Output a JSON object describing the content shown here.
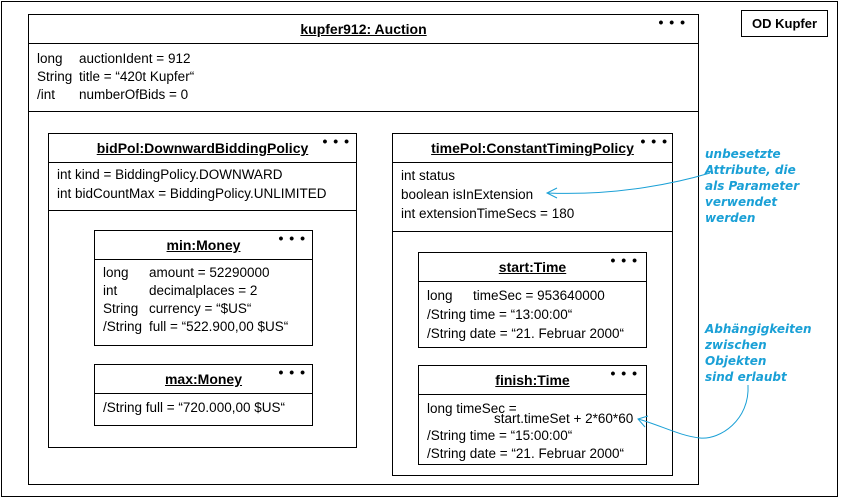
{
  "diagram_tag": "OD Kupfer",
  "auction": {
    "title": "kupfer912: Auction",
    "dots": "• • •",
    "attrs": [
      {
        "type": "long",
        "text": "auctionIdent = 912"
      },
      {
        "type": "String",
        "text": "title = “420t Kupfer“"
      },
      {
        "type": "/int",
        "text": "numberOfBids = 0"
      }
    ]
  },
  "bidpol": {
    "title": "bidPol:DownwardBiddingPolicy",
    "dots": "• • •",
    "attrs": [
      "int kind = BiddingPolicy.DOWNWARD",
      "int bidCountMax = BiddingPolicy.UNLIMITED"
    ]
  },
  "min": {
    "title": "min:Money",
    "dots": "• • •",
    "attrs": [
      {
        "type": "long",
        "text": "amount = 52290000"
      },
      {
        "type": "int",
        "text": "decimalplaces = 2"
      },
      {
        "type": "String",
        "text": "currency = “$US“"
      },
      {
        "type": "/String",
        "text": "full = “522.900,00 $US“"
      }
    ]
  },
  "max": {
    "title": "max:Money",
    "dots": "• • •",
    "attrs": [
      "/String full = “720.000,00 $US“"
    ]
  },
  "timepol": {
    "title": "timePol:ConstantTimingPolicy",
    "dots": "• • •",
    "attrs": [
      "int status",
      "boolean isInExtension",
      "int extensionTimeSecs = 180"
    ]
  },
  "start": {
    "title": "start:Time",
    "dots": "• • •",
    "attrs": [
      {
        "type": "long",
        "text": "timeSec = 953640000"
      },
      {
        "type": "",
        "text": "/String time = “13:00:00“"
      },
      {
        "type": "",
        "text": "/String date = “21. Februar 2000“"
      }
    ]
  },
  "finish": {
    "title": "finish:Time",
    "dots": "• • •",
    "attr_line1": "long timeSec =",
    "attr_line2": "start.timeSet + 2*60*60",
    "attr_line3": "/String time = “15:00:00“",
    "attr_line4": "/String date = “21. Februar 2000“"
  },
  "notes": {
    "note1": "unbesetzte\nAttribute, die\nals Parameter\nverwendet\nwerden",
    "note2": "Abhängigkeiten\nzwischen\nObjekten\nsind erlaubt"
  },
  "colors": {
    "note": "#1aa0d6"
  }
}
